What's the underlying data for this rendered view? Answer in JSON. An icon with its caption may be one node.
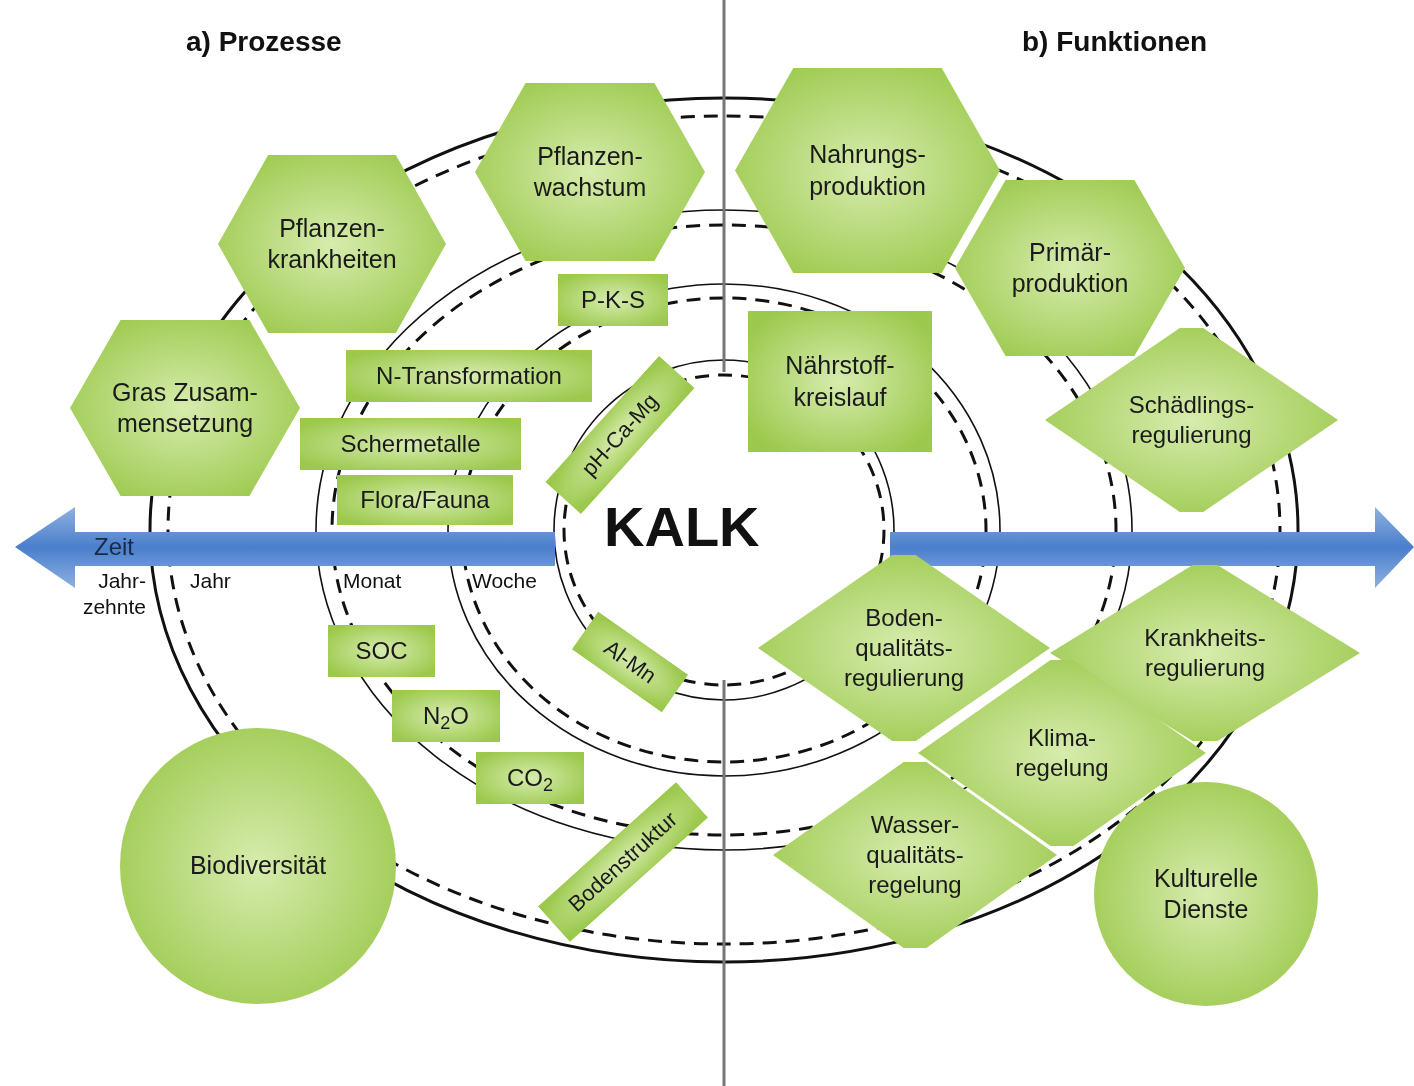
{
  "diagram": {
    "nodes": [
      {
        "text": [
          "Gras Zusam- mensetzung"
        ]
      },
      {
        "text": [
          "Pflanzen- krankheiten"
        ]
      },
      {
        "text": [
          "Pflanzen- wachstum"
        ]
      },
      {
        "text": [
          "Nahrungs- produktion"
        ]
      },
      {
        "text": [
          "Primär- produktion"
        ]
      },
      {
        "text": [
          "P-K-S"
        ]
      },
      {
        "text": [
          "N-Transformation"
        ]
      },
      {
        "text": [
          "Nährstoff- kreislauf"
        ]
      },
      {
        "text": [
          "Schädlings- regulierung"
        ]
      },
      {
        "text": [
          "Schermetalle"
        ]
      },
      {
        "text": [
          "pH-Ca-Mg"
        ]
      },
      {
        "text": [
          "Flora/Fauna"
        ]
      },
      {
        "text": [
          "SOC"
        ]
      },
      {
        "text": [
          "Al-Mn"
        ]
      },
      {
        "text": [
          "Boden- qualitäts- regulierung"
        ]
      },
      {
        "text": [
          "Krankheits- regulierung"
        ]
      },
      {
        "text": [
          "N$_{2}$O"
        ]
      },
      {
        "text": [
          "Klima- regelung"
        ]
      },
      {
        "text": [
          "CO$_{2}$"
        ]
      },
      {
        "text": [
          "Bodenstruktur"
        ]
      },
      {
        "text": [
          "Wasser- qualitäts- regelung"
        ]
      },
      {
        "text": [
          "Biodiversität"
        ]
      },
      {
        "text": [
          "Kulturelle Dienste"
        ]
      }
    ],
    "labels": [
      "a) Prozesse",
      "b) Funktionen",
      "KALK",
      "Zeit",
      "Jahr- zehnte",
      "Jahr",
      "Monat",
      "Woche"
    ]
  }
}
